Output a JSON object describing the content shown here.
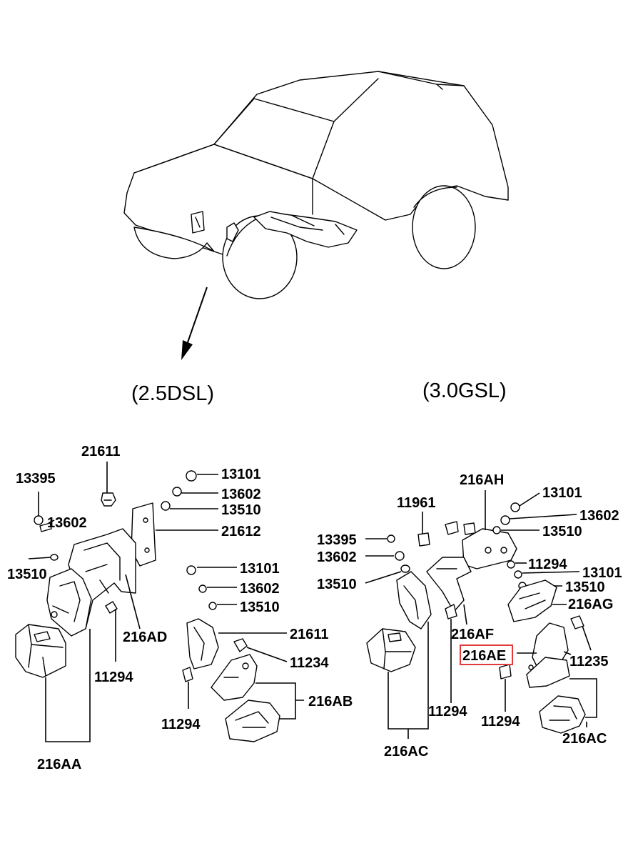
{
  "variants": {
    "left": "(2.5DSL)",
    "right": "(3.0GSL)"
  },
  "highlight_color": "#e23a3a",
  "left_labels": {
    "l_21611_top": "21611",
    "l_13395": "13395",
    "l_13602_a": "13602",
    "l_13510_a": "13510",
    "l_13101_a": "13101",
    "l_13602_b": "13602",
    "l_13510_b": "13510",
    "l_21612": "21612",
    "l_13101_c": "13101",
    "l_13602_c": "13602",
    "l_13510_c": "13510",
    "l_21611_mid": "21611",
    "l_11234": "11234",
    "l_216AD": "216AD",
    "l_11294_a": "11294",
    "l_216AB": "216AB",
    "l_11294_b": "11294",
    "l_216AA": "216AA"
  },
  "right_labels": {
    "r_216AH": "216AH",
    "r_11961": "11961",
    "r_13101_a": "13101",
    "r_13602_a": "13602",
    "r_13510_a": "13510",
    "r_13395": "13395",
    "r_13602_b": "13602",
    "r_13510_b": "13510",
    "r_11294_a": "11294",
    "r_13101_b": "13101",
    "r_13510_c": "13510",
    "r_216AG": "216AG",
    "r_216AF": "216AF",
    "r_216AE": "216AE",
    "r_11235": "11235",
    "r_11294_b": "11294",
    "r_11294_c": "11294",
    "r_216AC_a": "216AC",
    "r_216AC_b": "216AC"
  }
}
